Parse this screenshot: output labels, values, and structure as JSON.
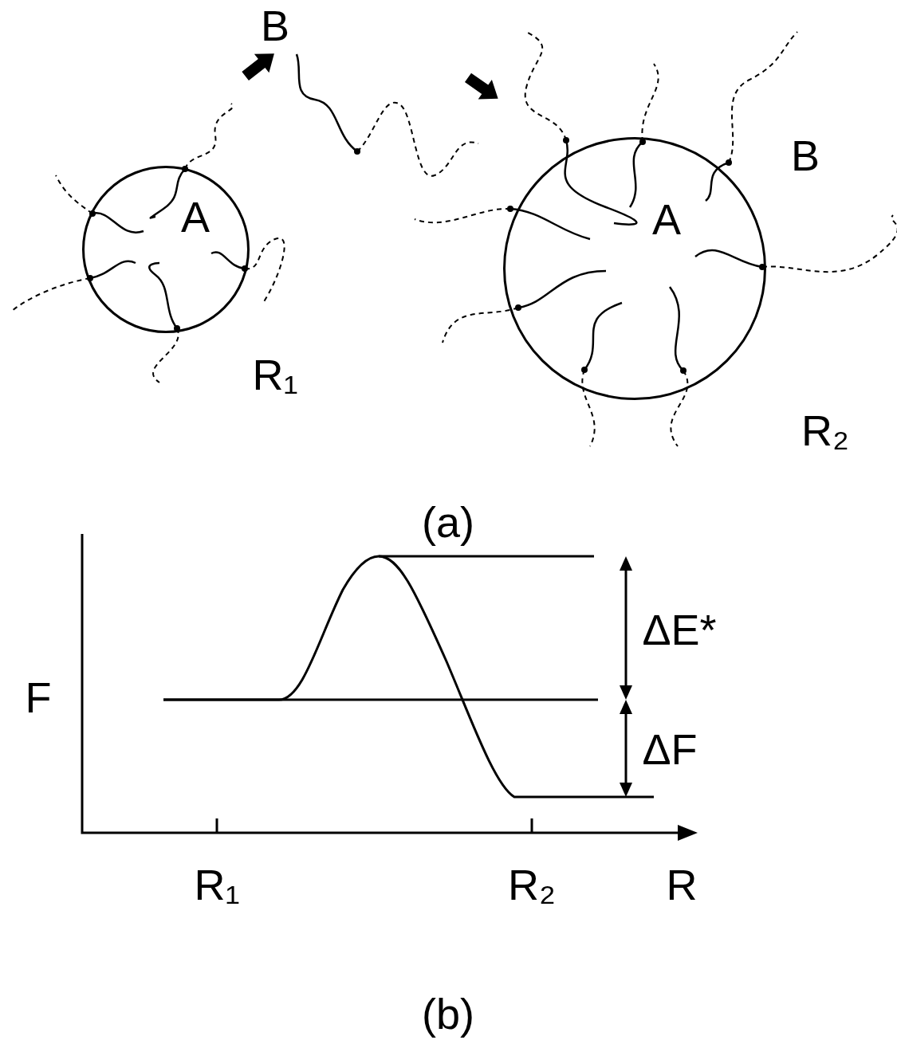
{
  "diagram": {
    "nodes": [
      {
        "text": [
          "A"
        ]
      },
      {
        "text": [
          "A"
        ]
      }
    ],
    "labels": [
      "B",
      "R₁",
      "B",
      "R₂",
      "(a)",
      "F",
      "ΔE*",
      "ΔF",
      "R₁",
      "R₂",
      "R",
      "(b)"
    ]
  }
}
